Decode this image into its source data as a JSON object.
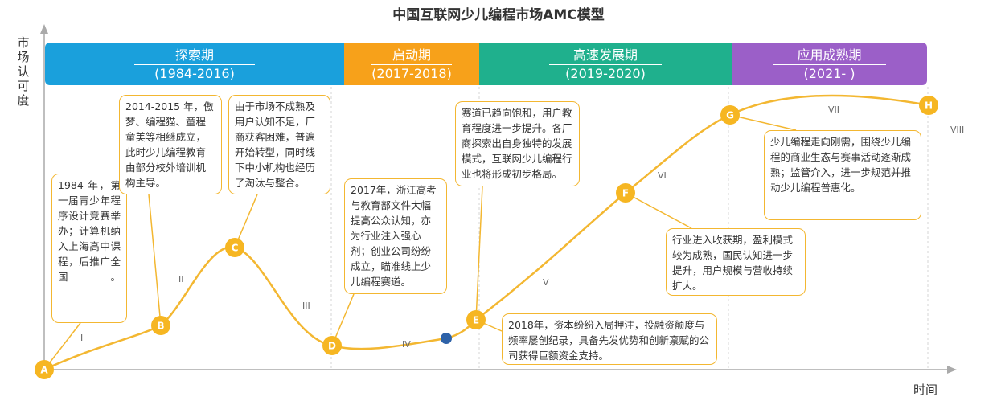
{
  "chart_data": {
    "type": "line",
    "title": "中国互联网少儿编程市场AMC模型",
    "ylabel": "市场认可度",
    "xlabel": "时间",
    "phases": [
      {
        "name": "探索期",
        "years": "(1984-2016)",
        "color": "#1aa0dc"
      },
      {
        "name": "启动期",
        "years": "(2017-2018)",
        "color": "#f7a11a"
      },
      {
        "name": "高速发展期",
        "years": "(2019-2020)",
        "color": "#1fb08d"
      },
      {
        "name": "应用成熟期",
        "years": "(2021-     )",
        "color": "#9b5fc8"
      }
    ],
    "stages": [
      "I",
      "II",
      "III",
      "IV",
      "V",
      "VI",
      "VII",
      "VIII"
    ],
    "points": [
      {
        "label": "A",
        "text": "1984 年，第一届青少年程序设计竞赛举办；计算机纳入上海高中课程，后推广全国。"
      },
      {
        "label": "B",
        "text": "2014-2015 年，傲梦、编程猫、童程童美等相继成立，此时少儿编程教育由部分校外培训机构主导。"
      },
      {
        "label": "C",
        "text": "由于市场不成熟及用户认知不足，厂商获客困难，普遍开始转型，同时线下中小机构也经历了淘汰与整合。"
      },
      {
        "label": "D",
        "text": "2017年，浙江高考与教育部文件大幅提高公众认知，亦为行业注入强心剂；创业公司纷纷成立，瞄准线上少儿编程赛道。"
      },
      {
        "label": "E",
        "text": "2018年，资本纷纷入局押注，投融资额度与频率屡创纪录，具备先发优势和创新禀赋的公司获得巨额资金支持。"
      },
      {
        "label": "F",
        "text": "行业进入收获期，盈利模式较为成熟，国民认知进一步提升，用户规模与营收持续扩大。"
      },
      {
        "label": "G",
        "text": "少儿编程走向刚需，围绕少儿编程的商业生态与赛事活动逐渐成熟；监管介入，进一步规范并推动少儿编程普惠化。"
      },
      {
        "label": "H",
        "text": "赛道已趋向饱和，用户教育程度进一步提升。各厂商探索出自身独特的发展模式，互联网少儿编程行业也将形成初步格局。"
      }
    ],
    "grid": true
  },
  "colors": {
    "curve": "#f3b731",
    "point": "#f6b622",
    "current_point": "#2e62a8",
    "axis": "#aaaaaa"
  }
}
